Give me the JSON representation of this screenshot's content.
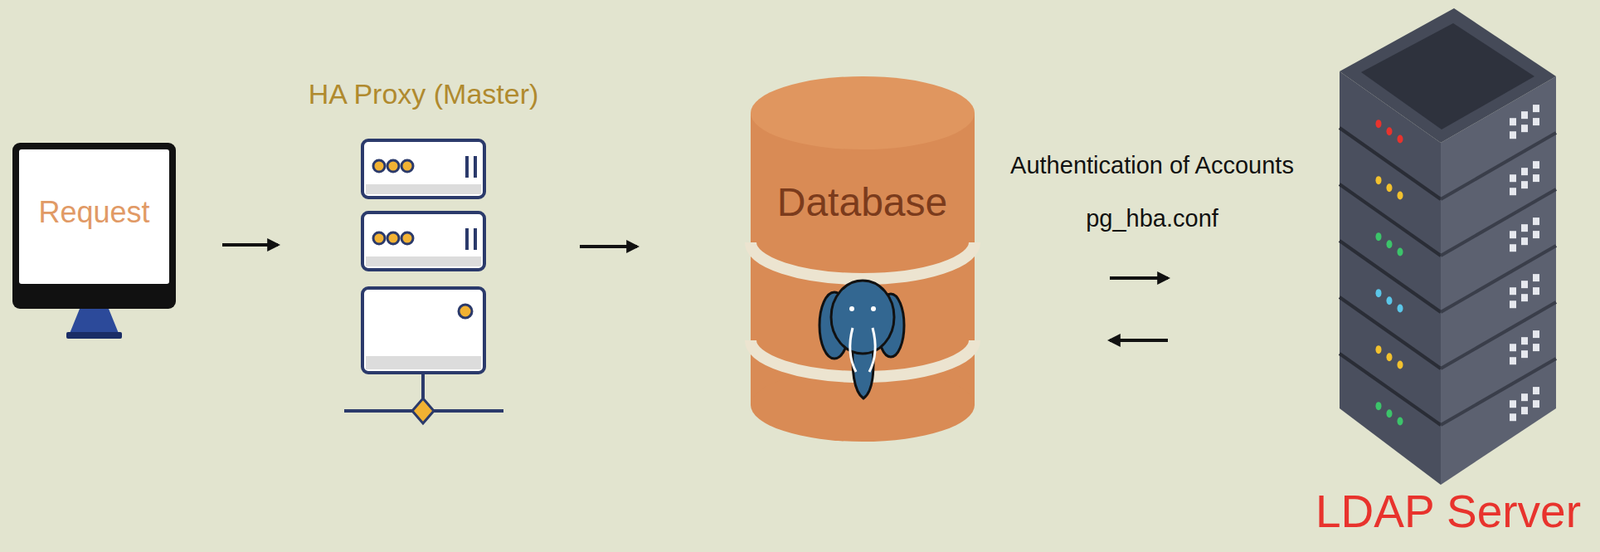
{
  "diagram": {
    "nodes": [
      {
        "text": [
          "Request"
        ]
      },
      {
        "text": [
          "HA Proxy (Master)"
        ]
      },
      {
        "text": [
          "Database"
        ]
      },
      {
        "text": [
          "LDAP Server"
        ]
      }
    ],
    "edges": [
      {
        "from": 0,
        "to": 1,
        "arrow": "to"
      },
      {
        "from": 1,
        "to": 2,
        "arrow": "to"
      },
      {
        "from": 2,
        "to": 3,
        "label": "Authentication of Accounts pg_hba.conf",
        "arrow": "to"
      },
      {
        "from": 3,
        "to": 2,
        "arrow": "to"
      }
    ]
  }
}
